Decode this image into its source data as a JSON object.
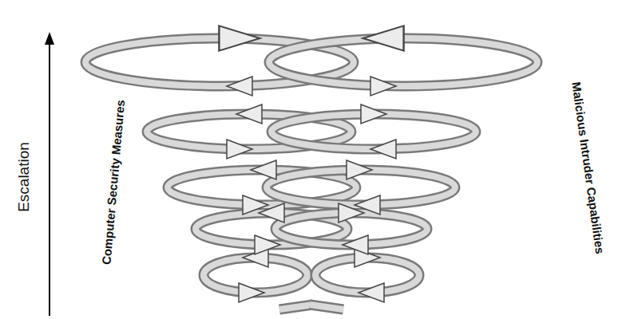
{
  "diagram": {
    "labels": [
      "Escalation",
      "Computer Security Measures",
      "Malicious Intruder Capabilities"
    ]
  }
}
